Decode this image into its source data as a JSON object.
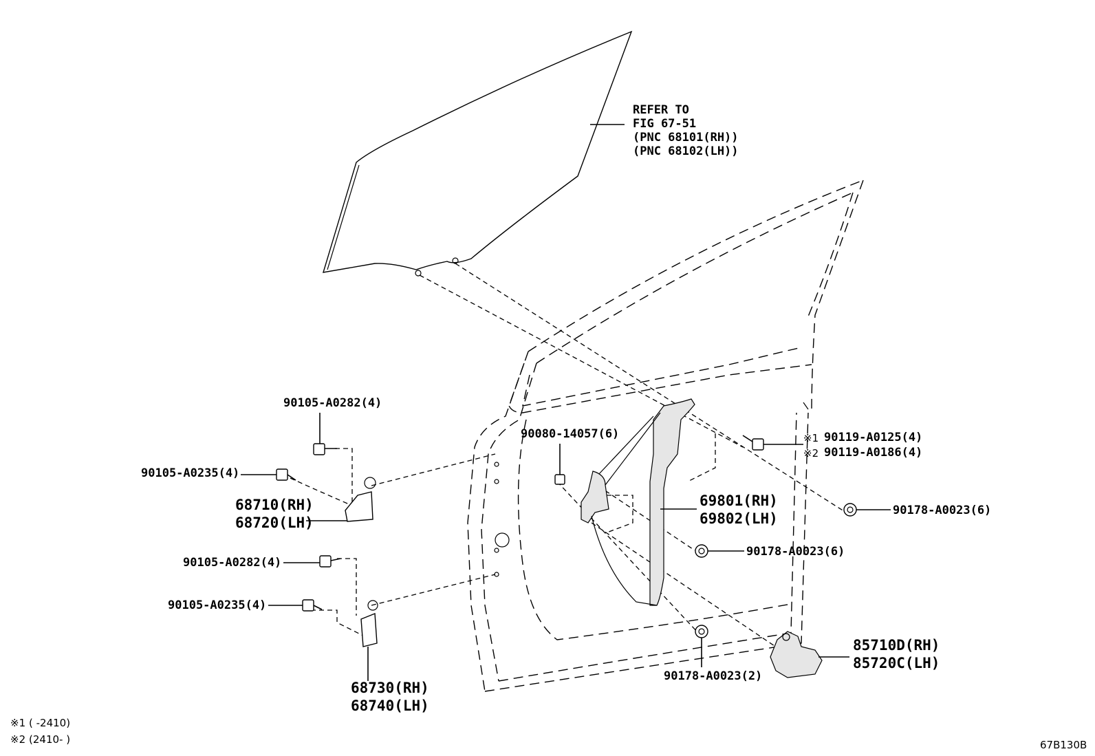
{
  "glass_ref": {
    "line1": "REFER TO",
    "line2": "FIG 67-51",
    "line3": "(PNC 68101(RH))",
    "line4": "(PNC 68102(LH))"
  },
  "parts": {
    "bolt_upper_hinge_top": "90105-A0282(4)",
    "bolt_upper_hinge_side": "90105-A0235(4)",
    "upper_hinge_rh": "68710(RH)",
    "upper_hinge_lh": "68720(LH)",
    "bolt_lower_hinge_top": "90105-A0282(4)",
    "bolt_lower_hinge_side": "90105-A0235(4)",
    "lower_hinge_rh": "68730(RH)",
    "lower_hinge_lh": "68740(LH)",
    "bolt_regulator": "90080-14057(6)",
    "regulator_rh": "69801(RH)",
    "regulator_lh": "69802(LH)",
    "bolt_glass_1_mark": "※1",
    "bolt_glass_1": "90119-A0125(4)",
    "bolt_glass_2_mark": "※2",
    "bolt_glass_2": "90119-A0186(4)",
    "nut_right": "90178-A0023(6)",
    "nut_middle": "90178-A0023(6)",
    "nut_bottom": "90178-A0023(2)",
    "motor_rh": "85710D(RH)",
    "motor_lh": "85720C(LH)"
  },
  "notes": {
    "note1_mark": "※1",
    "note1_text": "(      -2410)",
    "note2_mark": "※2",
    "note2_text": "(2410-      )"
  },
  "figure_code": "67B130B"
}
